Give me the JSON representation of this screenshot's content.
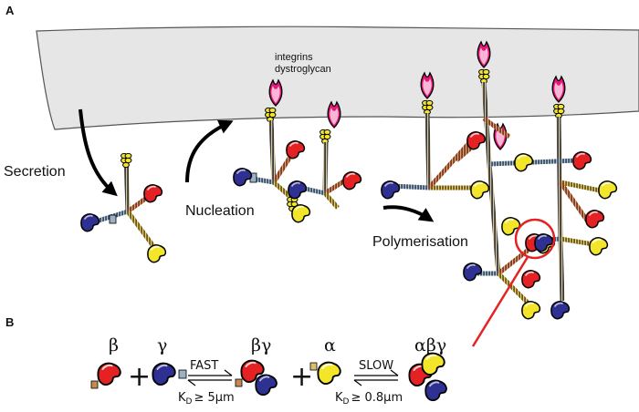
{
  "panels": {
    "a": "A",
    "b": "B"
  },
  "membrane": {
    "label_line1": "integrins",
    "label_line2": "dystroglycan"
  },
  "steps": {
    "secretion": "Secretion",
    "nucleation": "Nucleation",
    "polymerisation": "Polymerisation"
  },
  "equation": {
    "beta": "β",
    "gamma": "γ",
    "beta_gamma": "βγ",
    "alpha": "α",
    "alpha_beta_gamma": "αβγ",
    "plus": "+",
    "fast": "FAST",
    "slow": "SLOW",
    "kd_fast": "≥ 5μm",
    "kd_slow": "≥ 0.8μm",
    "kd_symbol": "K",
    "kd_subscript": "D"
  },
  "colors": {
    "membrane": "#e6e6e6",
    "alpha_yellow": "#f2e52a",
    "beta_red": "#e42224",
    "gamma_blue": "#2e3192",
    "receptor_magenta": "#e5157a",
    "highlight_circle": "#e42224"
  }
}
